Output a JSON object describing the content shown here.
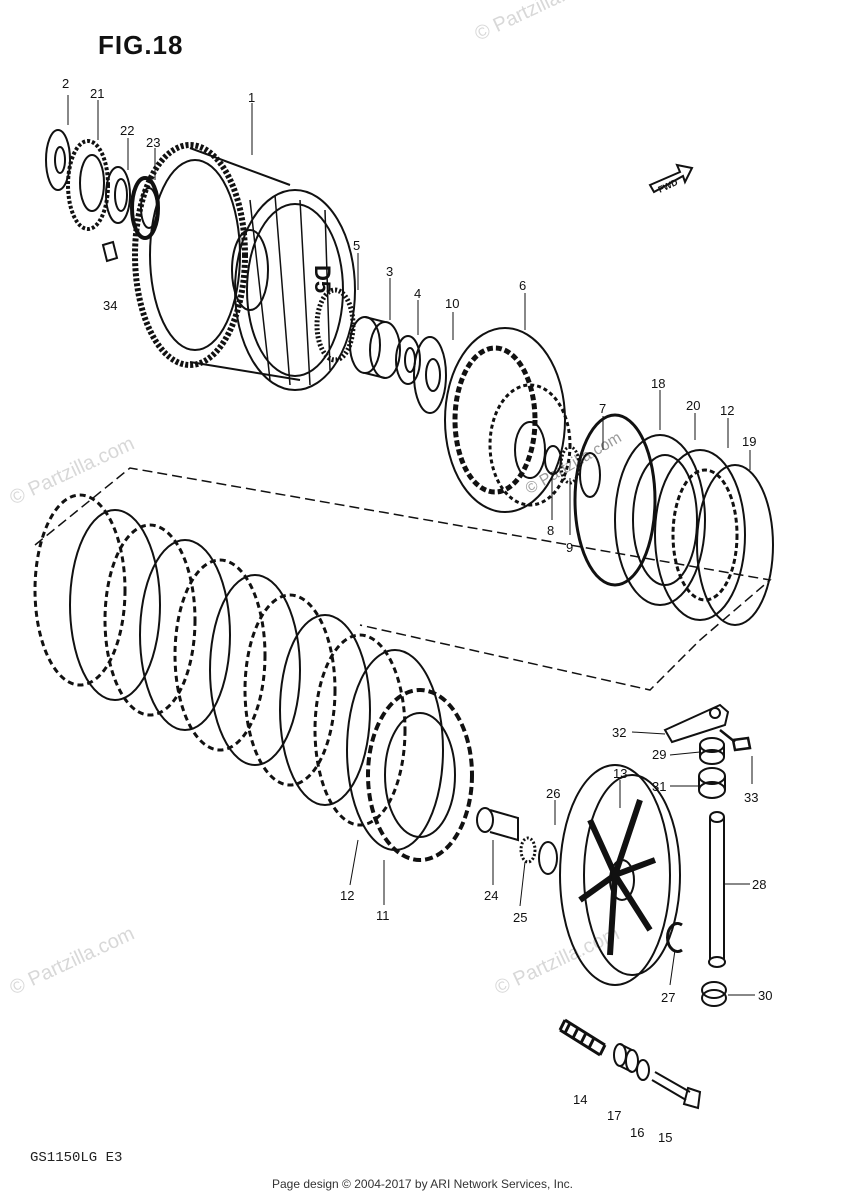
{
  "figure": {
    "title": "FIG.18",
    "code": "GS1150LG E3"
  },
  "footer": "Page design © 2004-2017 by ARI Network Services, Inc.",
  "watermark": "© Partzilla.com",
  "direction_label": "FWD",
  "callouts": [
    "2",
    "21",
    "22",
    "23",
    "1",
    "34",
    "5",
    "3",
    "4",
    "10",
    "6",
    "18",
    "20",
    "12",
    "19",
    "7",
    "8",
    "9",
    "32",
    "29",
    "31",
    "33",
    "13",
    "26",
    "28",
    "24",
    "25",
    "11",
    "12",
    "27",
    "30",
    "14",
    "17",
    "16",
    "15"
  ]
}
